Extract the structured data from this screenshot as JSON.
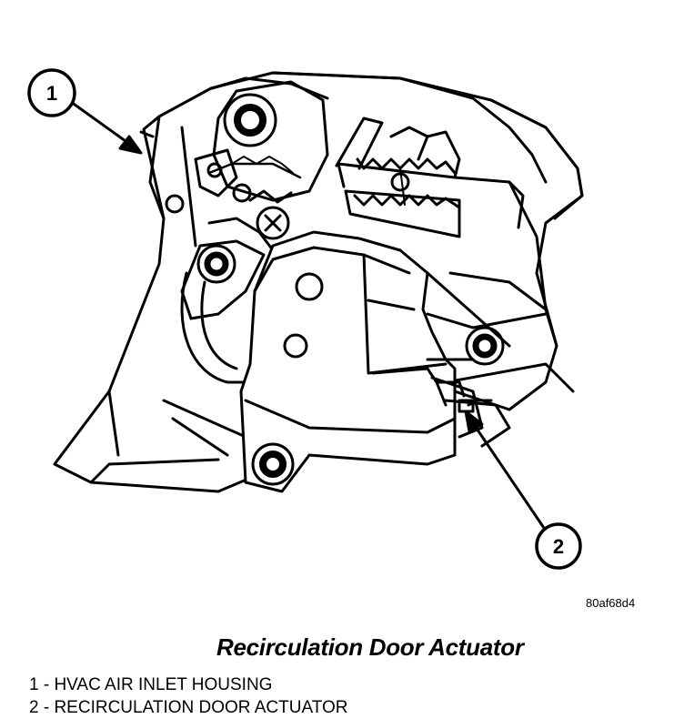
{
  "figure": {
    "code": "80af68d4",
    "caption": "Recirculation Door Actuator"
  },
  "callouts": [
    {
      "number": "1"
    },
    {
      "number": "2"
    }
  ],
  "legend": [
    {
      "text": "1 - HVAC AIR INLET HOUSING"
    },
    {
      "text": "2 - RECIRCULATION DOOR ACTUATOR"
    }
  ]
}
